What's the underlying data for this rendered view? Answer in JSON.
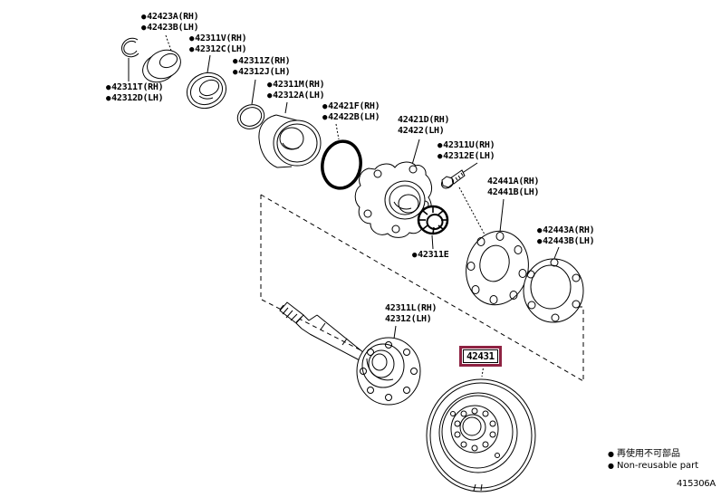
{
  "diagram": {
    "code": "415306A",
    "highlight_color": "#8e2242",
    "line_color": "#000000"
  },
  "icons": {
    "bullet": "●"
  },
  "labels": {
    "l42423": {
      "line1": "42423A(RH)",
      "line2": "42423B(LH)",
      "non_reusable": true
    },
    "l42311v": {
      "line1": "42311V(RH)",
      "line2": "42312C(LH)",
      "non_reusable": true
    },
    "l42311z": {
      "line1": "42311Z(RH)",
      "line2": "42312J(LH)",
      "non_reusable": true
    },
    "l42311t": {
      "line1": "42311T(RH)",
      "line2": "42312D(LH)",
      "non_reusable": true
    },
    "l42311m": {
      "line1": "42311M(RH)",
      "line2": "42312A(LH)",
      "non_reusable": true
    },
    "l42421f": {
      "line1": "42421F(RH)",
      "line2": "42422B(LH)",
      "non_reusable": true
    },
    "l42421d": {
      "line1": "42421D(RH)",
      "line2": "42422(LH)",
      "non_reusable": false
    },
    "l42311u": {
      "line1": "42311U(RH)",
      "line2": "42312E(LH)",
      "non_reusable": true
    },
    "l42441a": {
      "line1": "42441A(RH)",
      "line2": "42441B(LH)",
      "non_reusable": false
    },
    "l42443a": {
      "line1": "42443A(RH)",
      "line2": "42443B(LH)",
      "non_reusable": true
    },
    "l42311e": {
      "line1": "42311E",
      "non_reusable": true
    },
    "l42311l": {
      "line1": "42311L(RH)",
      "line2": "42312(LH)",
      "non_reusable": false
    }
  },
  "selected_part": {
    "number": "42431"
  },
  "legend": {
    "jp": "再使用不可部品",
    "en": "Non-reusable part"
  }
}
